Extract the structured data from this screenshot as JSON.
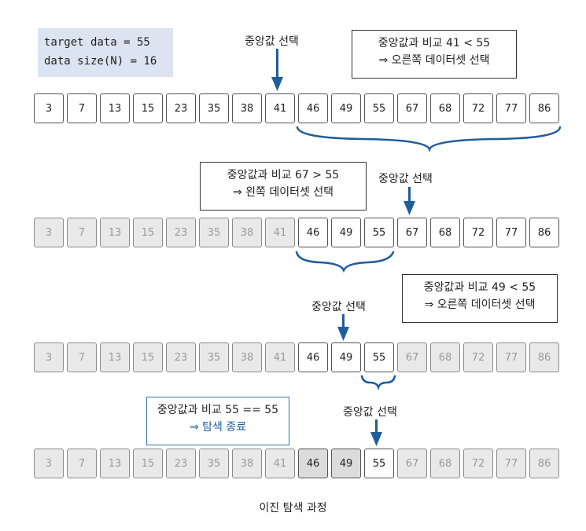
{
  "info": {
    "line1": "target data = 55",
    "line2": "data size(N) = 16"
  },
  "values": [
    "3",
    "7",
    "13",
    "15",
    "23",
    "35",
    "38",
    "41",
    "46",
    "49",
    "55",
    "67",
    "68",
    "72",
    "77",
    "86"
  ],
  "steps": [
    {
      "mid_label": "중앙값 선택",
      "compare_line1": "중앙값과 비교 41 < 55",
      "compare_line2": "⇒ 오른쪽 데이터셋 선택",
      "dimmed": [],
      "midgray": []
    },
    {
      "mid_label": "중앙값 선택",
      "compare_line1": "중앙값과 비교 67 > 55",
      "compare_line2": "⇒ 왼쪽 데이터셋 선택",
      "dimmed": [
        0,
        1,
        2,
        3,
        4,
        5,
        6,
        7
      ],
      "midgray": []
    },
    {
      "mid_label": "중앙값 선택",
      "compare_line1": "중앙값과 비교 49 < 55",
      "compare_line2": "⇒ 오른쪽 데이터셋 선택",
      "dimmed": [
        0,
        1,
        2,
        3,
        4,
        5,
        6,
        7,
        11,
        12,
        13,
        14,
        15
      ],
      "midgray": []
    },
    {
      "mid_label": "중앙값 선택",
      "compare_line1": "중앙값과 비교 55 == 55",
      "compare_line2": "⇒ 탐색 종료",
      "dimmed": [
        0,
        1,
        2,
        3,
        4,
        5,
        6,
        7,
        11,
        12,
        13,
        14,
        15
      ],
      "midgray": [
        8,
        9
      ]
    }
  ],
  "caption": "이진 탐색 과정",
  "colors": {
    "arrow": "#1f5e9c",
    "brace": "#1f5e9c",
    "info_bg": "#dde4f1"
  }
}
